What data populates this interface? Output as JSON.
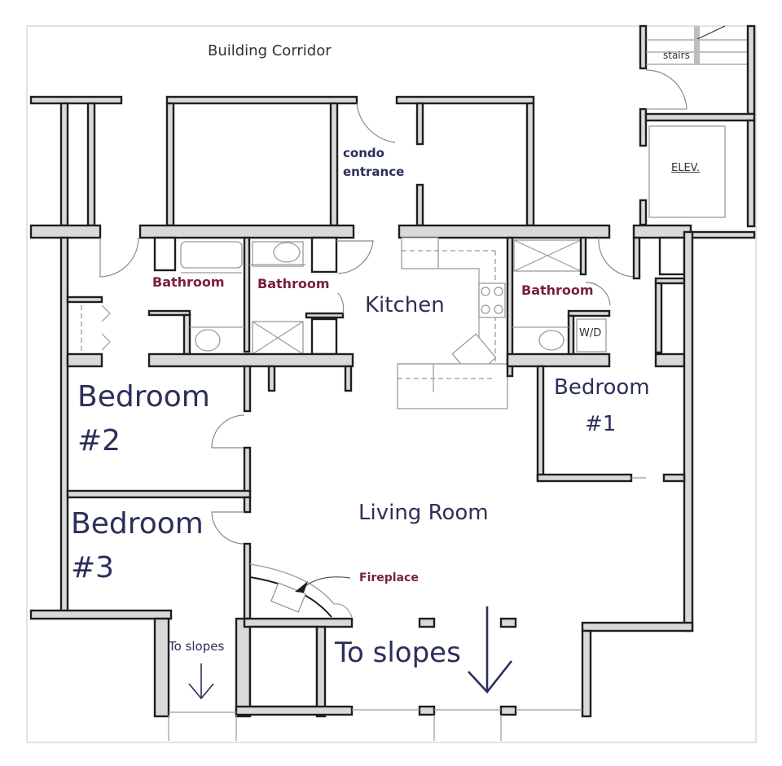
{
  "plan": {
    "corridor_label": "Building Corridor",
    "entrance_label_line1": "condo",
    "entrance_label_line2": "entrance",
    "stairs_label": "stairs",
    "elevator_label": "ELEV.",
    "kitchen_label": "Kitchen",
    "living_room_label": "Living Room",
    "fireplace_label": "Fireplace",
    "washer_dryer_label": "W/D",
    "bathrooms": [
      {
        "label": "Bathroom"
      },
      {
        "label": "Bathroom"
      },
      {
        "label": "Bathroom"
      }
    ],
    "bedrooms": [
      {
        "name": "Bedroom",
        "number": "#1"
      },
      {
        "name": "Bedroom",
        "number": "#2"
      },
      {
        "name": "Bedroom",
        "number": "#3"
      }
    ],
    "exits": [
      {
        "label": "To slopes",
        "size": "small"
      },
      {
        "label": "To slopes",
        "size": "large"
      }
    ]
  },
  "colors": {
    "room_label": "#2b2f5a",
    "bathroom_label": "#7a1f3e",
    "wall_fill": "#d9d9d9",
    "wall_outline": "#1e1e1e"
  }
}
